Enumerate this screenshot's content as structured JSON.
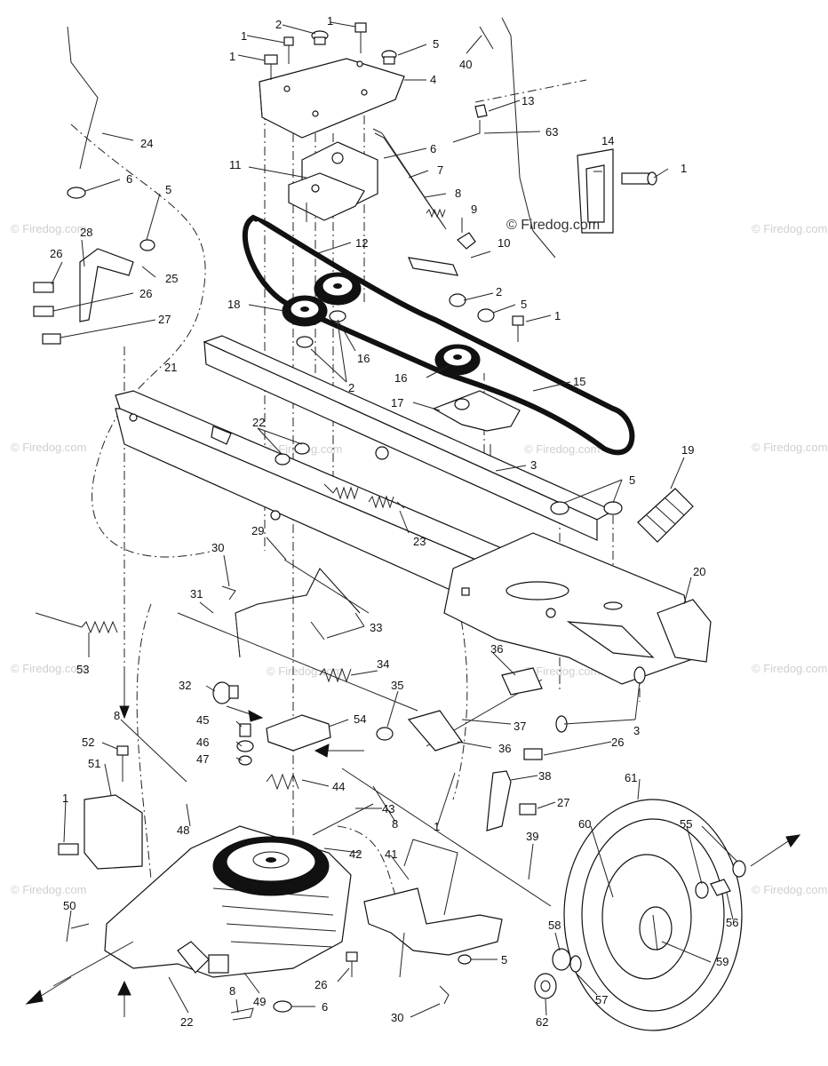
{
  "watermark": {
    "main": "© Firedog.com",
    "repeat": "© Firedog.com"
  },
  "callouts": [
    {
      "id": "c1a",
      "text": "1"
    },
    {
      "id": "c1b",
      "text": "1"
    },
    {
      "id": "c1c",
      "text": "1"
    },
    {
      "id": "c2a",
      "text": "2"
    },
    {
      "id": "c5a",
      "text": "5"
    },
    {
      "id": "c40",
      "text": "40"
    },
    {
      "id": "c4",
      "text": "4"
    },
    {
      "id": "c13",
      "text": "13"
    },
    {
      "id": "c24",
      "text": "24"
    },
    {
      "id": "c63",
      "text": "63"
    },
    {
      "id": "c6a",
      "text": "6"
    },
    {
      "id": "c14",
      "text": "14"
    },
    {
      "id": "c11",
      "text": "11"
    },
    {
      "id": "c7",
      "text": "7"
    },
    {
      "id": "c1d",
      "text": "1"
    },
    {
      "id": "c6b",
      "text": "6"
    },
    {
      "id": "c5b",
      "text": "5"
    },
    {
      "id": "c8a",
      "text": "8"
    },
    {
      "id": "c9",
      "text": "9"
    },
    {
      "id": "c12",
      "text": "12"
    },
    {
      "id": "c28",
      "text": "28"
    },
    {
      "id": "c26a",
      "text": "26"
    },
    {
      "id": "c10",
      "text": "10"
    },
    {
      "id": "c25",
      "text": "25"
    },
    {
      "id": "c26b",
      "text": "26"
    },
    {
      "id": "c2b",
      "text": "2"
    },
    {
      "id": "c18",
      "text": "18"
    },
    {
      "id": "c5c",
      "text": "5"
    },
    {
      "id": "c27a",
      "text": "27"
    },
    {
      "id": "c1e",
      "text": "1"
    },
    {
      "id": "c16a",
      "text": "16"
    },
    {
      "id": "c2c",
      "text": "2"
    },
    {
      "id": "c21",
      "text": "21"
    },
    {
      "id": "c16b",
      "text": "16"
    },
    {
      "id": "c15",
      "text": "15"
    },
    {
      "id": "c17",
      "text": "17"
    },
    {
      "id": "c22a",
      "text": "22"
    },
    {
      "id": "c3a",
      "text": "3"
    },
    {
      "id": "c19",
      "text": "19"
    },
    {
      "id": "c5d",
      "text": "5"
    },
    {
      "id": "c23",
      "text": "23"
    },
    {
      "id": "c20",
      "text": "20"
    },
    {
      "id": "c29",
      "text": "29"
    },
    {
      "id": "c30a",
      "text": "30"
    },
    {
      "id": "c31",
      "text": "31"
    },
    {
      "id": "c33",
      "text": "33"
    },
    {
      "id": "c53",
      "text": "53"
    },
    {
      "id": "c36a",
      "text": "36"
    },
    {
      "id": "c34",
      "text": "34"
    },
    {
      "id": "c32",
      "text": "32"
    },
    {
      "id": "c35",
      "text": "35"
    },
    {
      "id": "c45",
      "text": "45"
    },
    {
      "id": "c54",
      "text": "54"
    },
    {
      "id": "c37",
      "text": "37"
    },
    {
      "id": "c3b",
      "text": "3"
    },
    {
      "id": "c8b",
      "text": "8"
    },
    {
      "id": "c46",
      "text": "46"
    },
    {
      "id": "c36b",
      "text": "36"
    },
    {
      "id": "c26c",
      "text": "26"
    },
    {
      "id": "c47",
      "text": "47"
    },
    {
      "id": "c52",
      "text": "52"
    },
    {
      "id": "c51",
      "text": "51"
    },
    {
      "id": "c44",
      "text": "44"
    },
    {
      "id": "c38",
      "text": "38"
    },
    {
      "id": "c61",
      "text": "61"
    },
    {
      "id": "c1f",
      "text": "1"
    },
    {
      "id": "c27b",
      "text": "27"
    },
    {
      "id": "c48",
      "text": "48"
    },
    {
      "id": "c8c",
      "text": "8"
    },
    {
      "id": "c43",
      "text": "43"
    },
    {
      "id": "c1g",
      "text": "1"
    },
    {
      "id": "c60",
      "text": "60"
    },
    {
      "id": "c55",
      "text": "55"
    },
    {
      "id": "c42",
      "text": "42"
    },
    {
      "id": "c41",
      "text": "41"
    },
    {
      "id": "c39",
      "text": "39"
    },
    {
      "id": "c56",
      "text": "56"
    },
    {
      "id": "c50",
      "text": "50"
    },
    {
      "id": "c58",
      "text": "58"
    },
    {
      "id": "c5e",
      "text": "5"
    },
    {
      "id": "c59",
      "text": "59"
    },
    {
      "id": "c26d",
      "text": "26"
    },
    {
      "id": "c49",
      "text": "49"
    },
    {
      "id": "c6c",
      "text": "6"
    },
    {
      "id": "c8d",
      "text": "8"
    },
    {
      "id": "c22b",
      "text": "22"
    },
    {
      "id": "c30b",
      "text": "30"
    },
    {
      "id": "c62",
      "text": "62"
    },
    {
      "id": "c57",
      "text": "57"
    }
  ]
}
